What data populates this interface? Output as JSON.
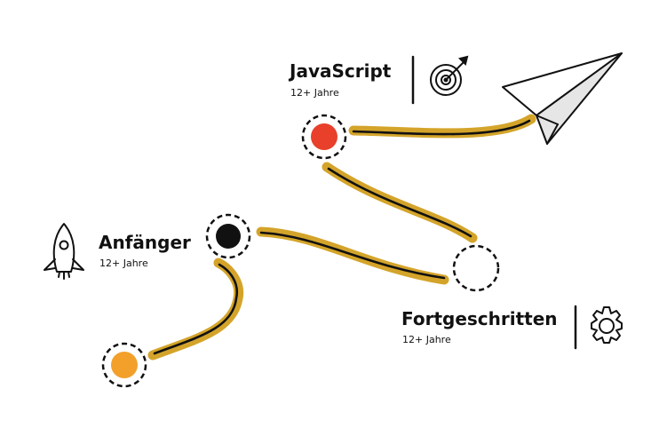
{
  "milestones": [
    {
      "id": "start",
      "title": "",
      "subtitle": "",
      "fill": "#f2a02a"
    },
    {
      "id": "beginner",
      "title": "Anfänger",
      "subtitle": "12+ Jahre",
      "fill": "#111111"
    },
    {
      "id": "advanced",
      "title": "Fortgeschritten",
      "subtitle": "12+ Jahre",
      "fill": "#ffffff"
    },
    {
      "id": "javascript",
      "title": "JavaScript",
      "subtitle": "12+ Jahre",
      "fill": "#e8402a"
    }
  ],
  "icons": {
    "beginner": "rocket-icon",
    "advanced": "gear-icon",
    "javascript": "target-icon",
    "end": "paper-plane-icon"
  },
  "colors": {
    "path_highlight": "#d4a42a",
    "path_stroke": "#111111",
    "outline": "#111111"
  }
}
